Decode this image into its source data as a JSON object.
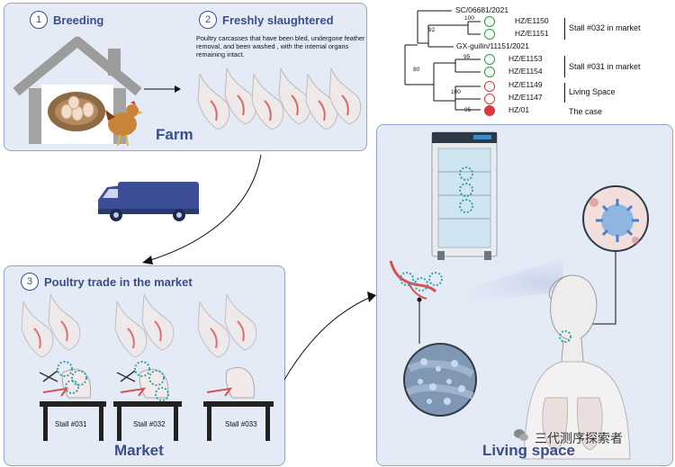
{
  "farm_panel": {
    "step1": {
      "num": "1",
      "label": "Breeding"
    },
    "step2": {
      "num": "2",
      "label": "Freshly slaughtered"
    },
    "description": "Poultry carcasses that have been bled, undergone feather removal, and been washed , with the internal organs remaining intact.",
    "title": "Farm"
  },
  "market_panel": {
    "step3": {
      "num": "3",
      "label": "Poultry trade in the market"
    },
    "stalls": [
      "Stall #031",
      "Stall #032",
      "Stall #033"
    ],
    "title": "Market"
  },
  "living_panel": {
    "title": "Living space"
  },
  "tree": {
    "taxa": [
      {
        "name": "SC/06681/2021",
        "marker": "none"
      },
      {
        "name": "HZ/E1150",
        "marker": "green-open"
      },
      {
        "name": "HZ/E1151",
        "marker": "green-open"
      },
      {
        "name": "GX-guilin/11151/2021",
        "marker": "none"
      },
      {
        "name": "HZ/E1153",
        "marker": "green-open"
      },
      {
        "name": "HZ/E1154",
        "marker": "green-open"
      },
      {
        "name": "HZ/E1149",
        "marker": "red-open"
      },
      {
        "name": "HZ/E1147",
        "marker": "red-open"
      },
      {
        "name": "HZ/01",
        "marker": "red-filled"
      }
    ],
    "bootstrap": [
      "100",
      "92",
      "95",
      "80",
      "100",
      "95"
    ],
    "groups": [
      "Stall #032 in market",
      "Stall #031 in market",
      "Living Space",
      "The case"
    ],
    "colors": {
      "green": "#2e9b3e",
      "red": "#d93a3a",
      "blue_text": "#3a4e8c"
    }
  },
  "watermark": "三代测序探索者"
}
